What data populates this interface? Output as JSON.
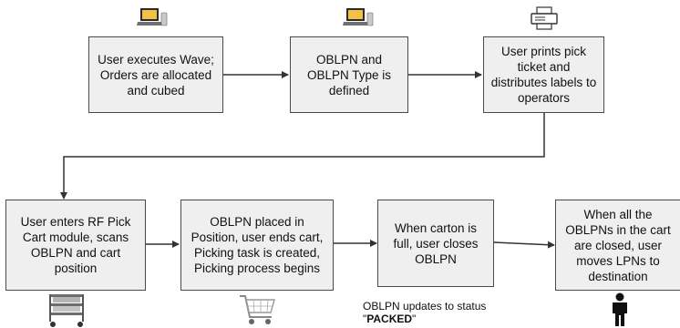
{
  "steps": [
    {
      "text": "User executes Wave; Orders are allocated and cubed"
    },
    {
      "text": "OBLPN and OBLPN Type is defined"
    },
    {
      "text": "User prints pick ticket and distributes labels to operators"
    },
    {
      "text": "User enters RF Pick Cart module, scans OBLPN and cart position"
    },
    {
      "text": "OBLPN placed in Position, user ends cart, Picking task is created, Picking process begins"
    },
    {
      "text": "When carton is full, user closes OBLPN"
    },
    {
      "text": "When all the OBLPNs in the cart are closed, user moves LPNs to destination"
    }
  ],
  "status_note": {
    "prefix": "OBLPN updates to status",
    "open_quote": "\"",
    "status": "PACKED",
    "close_quote": "\""
  },
  "icons": [
    "laptop-phone-icon",
    "laptop-phone-icon",
    "printer-icon",
    "rolling-cart-icon",
    "shopping-cart-icon",
    "person-icon"
  ]
}
